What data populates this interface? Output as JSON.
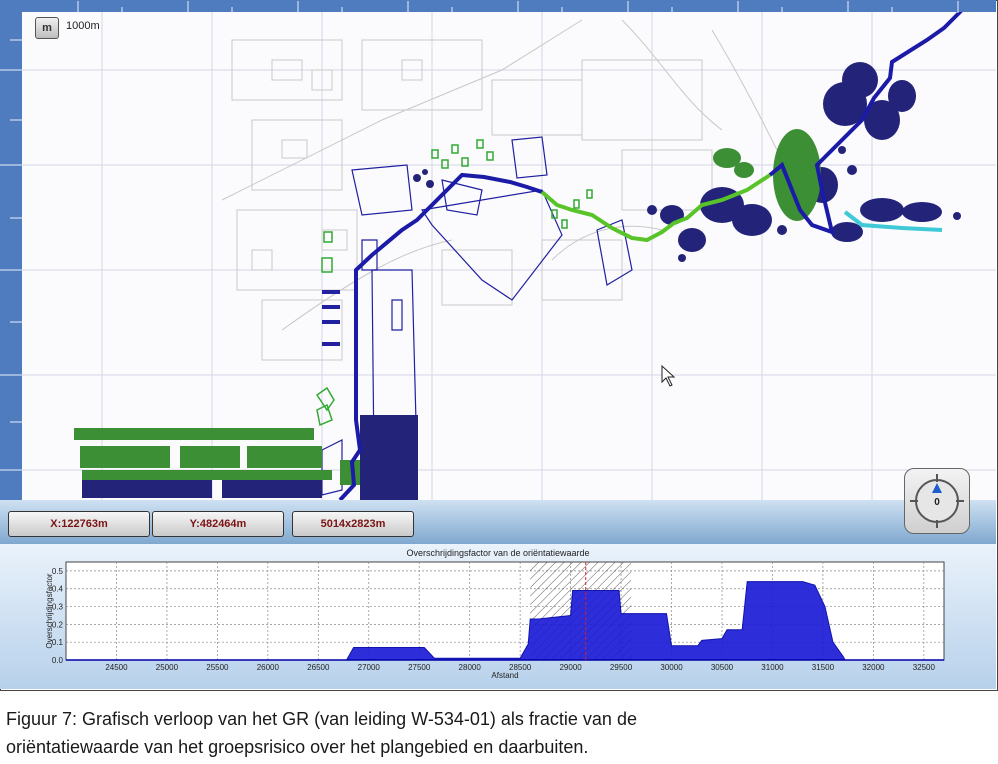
{
  "map": {
    "scale_button_label": "m",
    "scale_label": "1000m",
    "icons": {
      "scale": "scale-button",
      "compass": "compass-icon",
      "cursor": "mouse-pointer-icon"
    }
  },
  "status": {
    "x_label": "X:122763m",
    "y_label": "Y:482464m",
    "size_label": "5014x2823m",
    "compass_value": "0"
  },
  "chart_data": {
    "type": "area",
    "title": "Overschrijdingsfactor van de oriëntatiewaarde",
    "xlabel": "Afstand",
    "ylabel": "Overschrijdingsfactor",
    "xlim": [
      24000,
      32700
    ],
    "ylim": [
      0.0,
      0.55
    ],
    "x_ticks": [
      24500,
      25000,
      25500,
      26000,
      26500,
      27000,
      27500,
      28000,
      28500,
      29000,
      29500,
      30000,
      30500,
      31000,
      31500,
      32000,
      32500
    ],
    "y_ticks": [
      0.0,
      0.1,
      0.2,
      0.3,
      0.4,
      0.5
    ],
    "y_tick_labels": [
      "0.0",
      "0.1",
      "0.2",
      "0.3",
      "0.4",
      "0.5"
    ],
    "highlight_range": [
      28600,
      29600
    ],
    "marker_x": 29150,
    "colors": {
      "fill": "#1c1cd6",
      "edge": "#0000a8",
      "marker": "#d32020"
    },
    "x": [
      26780,
      26850,
      27550,
      27650,
      28500,
      28580,
      28600,
      28680,
      29000,
      29020,
      29480,
      29500,
      29950,
      30000,
      30260,
      30300,
      30500,
      30550,
      30700,
      30750,
      31300,
      31420,
      31520,
      31600,
      31700,
      31720
    ],
    "y": [
      0.0,
      0.07,
      0.07,
      0.01,
      0.01,
      0.09,
      0.23,
      0.23,
      0.25,
      0.39,
      0.39,
      0.26,
      0.26,
      0.08,
      0.08,
      0.11,
      0.12,
      0.17,
      0.17,
      0.44,
      0.44,
      0.42,
      0.3,
      0.1,
      0.02,
      0.0
    ]
  },
  "caption": {
    "line1": "Figuur 7: Grafisch verloop van het GR (van leiding W-534-01) als fractie van de",
    "line2": "oriëntatiewaarde van het groepsrisico over het plangebied en daarbuiten."
  }
}
